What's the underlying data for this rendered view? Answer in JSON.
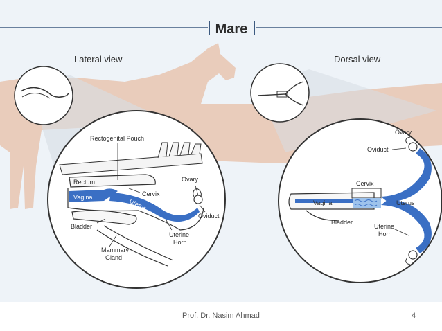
{
  "title": "Mare",
  "lateral": {
    "heading": "Lateral view",
    "labels": {
      "rectogenital": "Rectogenital Pouch",
      "rectum": "Rectum",
      "cervix": "Cervix",
      "ovary": "Ovary",
      "vagina": "Vagina",
      "uterus": "Uterus",
      "oviduct": "Oviduct",
      "bladder": "Bladder",
      "uterine_horn_1": "Uterine",
      "uterine_horn_2": "Horn",
      "mammary_1": "Mammary",
      "mammary_2": "Gland"
    }
  },
  "dorsal": {
    "heading": "Dorsal view",
    "labels": {
      "ovary": "Ovary",
      "oviduct": "Oviduct",
      "cervix": "Cervix",
      "vagina": "Vagina",
      "uterus": "Uterus",
      "bladder": "Bladder",
      "uterine_horn_1": "Uterine",
      "uterine_horn_2": "Horn"
    }
  },
  "footer": {
    "author": "Prof. Dr. Nasim Ahmad",
    "page": "4"
  },
  "colors": {
    "background": "#eef3f8",
    "horse_silhouette": "#e8c4b0",
    "organ_blue": "#3a6fc4",
    "outline": "#333333",
    "header_rule": "#3d5a80"
  }
}
